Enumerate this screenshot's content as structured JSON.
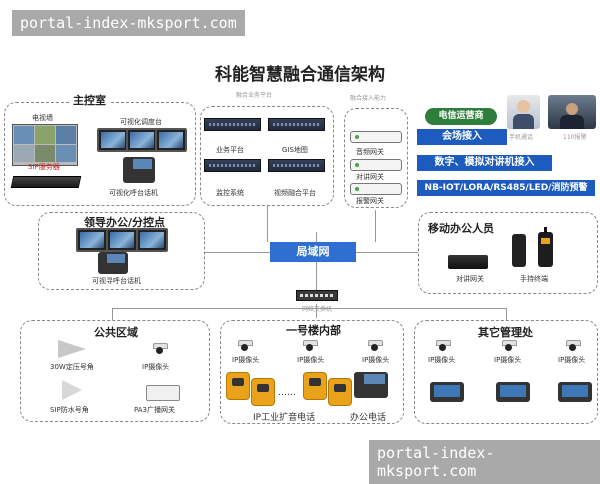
{
  "watermark_top": "portal-index-mksport.com",
  "watermark_bottom": "portal-index-mksport.com",
  "title": "科能智慧融合通信架构",
  "main_control": {
    "label": "主控室",
    "video_wall": "电视墙",
    "dispatch_console": "可视化调度台",
    "sip_server": "SIP服务器",
    "videophone": "可视化呼台话机"
  },
  "fusion_platform": {
    "label": "融合业务平台",
    "business_platform": "业务平台",
    "gis_map": "GIS地图",
    "monitoring_system": "监控系统",
    "video_fusion_platform": "视频融合平台"
  },
  "access": {
    "label": "融合接入能力",
    "audio_gateway": "音频网关",
    "intercom_gateway": "对讲网关",
    "alarm_gateway": "报警网关"
  },
  "carrier": "电信运营商",
  "mobile_caller": "手机通话",
  "call_110": "110报警",
  "access_banners": [
    "会场接入",
    "数字、模拟对讲机接入",
    "NB-IOT/LORA/RS485/LED/消防预警"
  ],
  "leadership": {
    "label": "领导办公/分控点",
    "videophone": "可视寻呼台话机"
  },
  "lan": "局域网",
  "mobile_office": {
    "label": "移动办公人员",
    "intercom_gateway": "对讲网关",
    "handheld": "手持终端"
  },
  "switch_label": "网络交换机",
  "public_area": {
    "label": "公共区域",
    "horn_30w": "30W定压号角",
    "ip_camera": "IP摄像头",
    "sip_horn": "SIP防水号角",
    "pa3_gateway": "PA3广播网关"
  },
  "building1": {
    "label": "一号楼内部",
    "camera_labels": [
      "IP摄像头",
      "IP摄像头",
      "IP摄像头"
    ],
    "ellipsis": "……",
    "industrial_phone": "IP工业扩音电话",
    "office_phone": "办公电话"
  },
  "other_office": {
    "label": "其它管理处",
    "camera_labels": [
      "IP摄像头",
      "IP摄像头",
      "IP摄像头"
    ]
  }
}
